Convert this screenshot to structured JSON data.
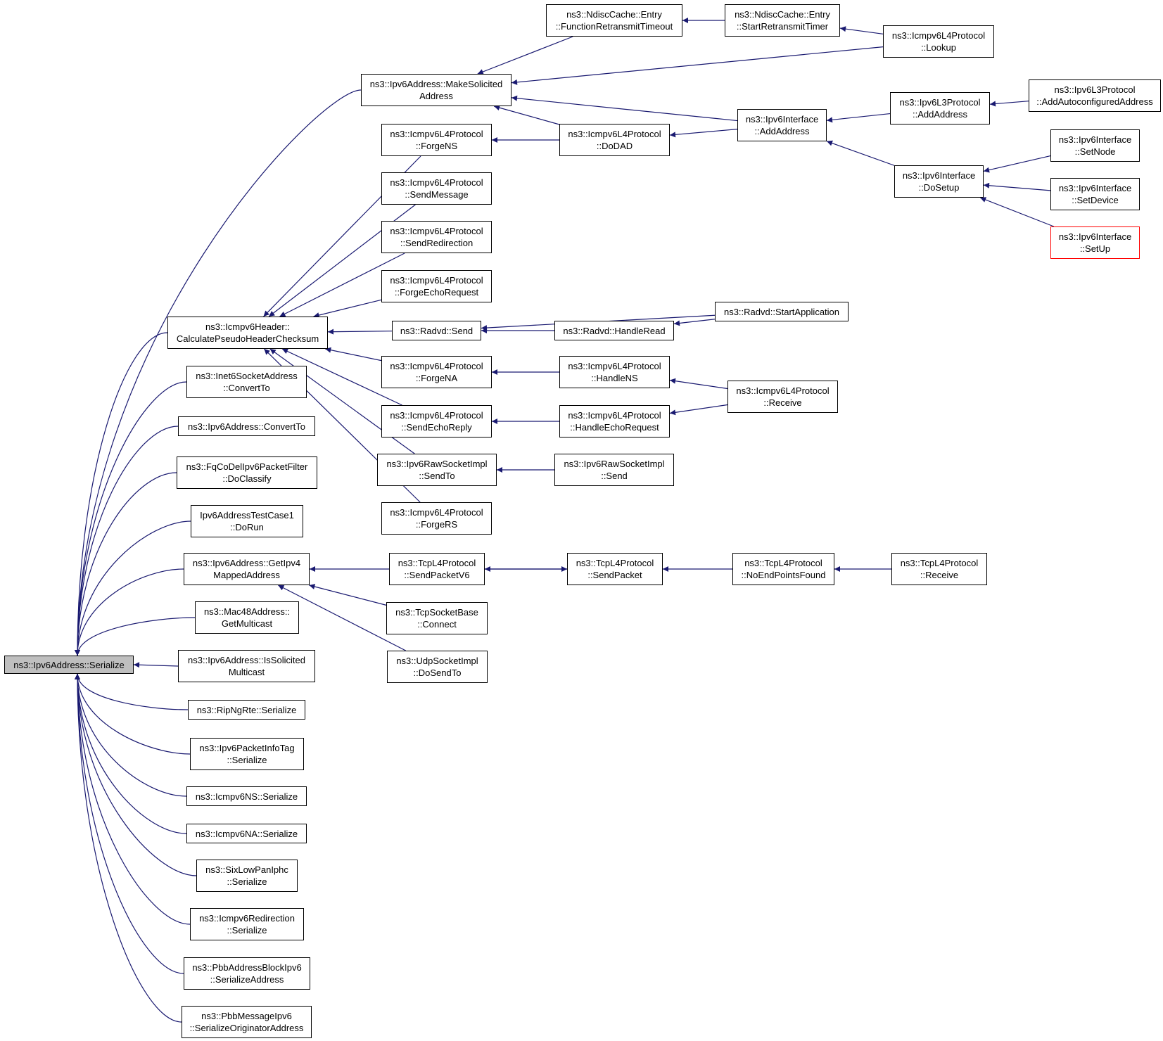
{
  "colors": {
    "edge": "#191970",
    "node_border": "#000000",
    "root_fill": "#bfbfbf",
    "truncated_border": "#ff0000"
  },
  "nodes": [
    {
      "id": "root",
      "lines": [
        "ns3::Ipv6Address::Serialize"
      ],
      "kind": "root"
    },
    {
      "id": "makesol",
      "lines": [
        "ns3::Ipv6Address::MakeSolicited",
        "Address"
      ]
    },
    {
      "id": "calcpseudo",
      "lines": [
        "ns3::Icmpv6Header::",
        "CalculatePseudoHeaderChecksum"
      ]
    },
    {
      "id": "inet6convert",
      "lines": [
        "ns3::Inet6SocketAddress",
        "::ConvertTo"
      ]
    },
    {
      "id": "ipv6convert",
      "lines": [
        "ns3::Ipv6Address::ConvertTo"
      ]
    },
    {
      "id": "fqcodel",
      "lines": [
        "ns3::FqCoDelIpv6PacketFilter",
        "::DoClassify"
      ]
    },
    {
      "id": "testcase",
      "lines": [
        "Ipv6AddressTestCase1",
        "::DoRun"
      ]
    },
    {
      "id": "getipv4",
      "lines": [
        "ns3::Ipv6Address::GetIpv4",
        "MappedAddress"
      ]
    },
    {
      "id": "mac48",
      "lines": [
        "ns3::Mac48Address::",
        "GetMulticast"
      ]
    },
    {
      "id": "issol",
      "lines": [
        "ns3::Ipv6Address::IsSolicited",
        "Multicast"
      ]
    },
    {
      "id": "ripng",
      "lines": [
        "ns3::RipNgRte::Serialize"
      ]
    },
    {
      "id": "pktinfo",
      "lines": [
        "ns3::Ipv6PacketInfoTag",
        "::Serialize"
      ]
    },
    {
      "id": "ns_ser",
      "lines": [
        "ns3::Icmpv6NS::Serialize"
      ]
    },
    {
      "id": "na_ser",
      "lines": [
        "ns3::Icmpv6NA::Serialize"
      ]
    },
    {
      "id": "sixlow",
      "lines": [
        "ns3::SixLowPanIphc",
        "::Serialize"
      ]
    },
    {
      "id": "redir_ser",
      "lines": [
        "ns3::Icmpv6Redirection",
        "::Serialize"
      ]
    },
    {
      "id": "pbbaddr",
      "lines": [
        "ns3::PbbAddressBlockIpv6",
        "::SerializeAddress"
      ]
    },
    {
      "id": "pbbmsg",
      "lines": [
        "ns3::PbbMessageIpv6",
        "::SerializeOriginatorAddress"
      ]
    },
    {
      "id": "ndiscfrt",
      "lines": [
        "ns3::NdiscCache::Entry",
        "::FunctionRetransmitTimeout"
      ]
    },
    {
      "id": "ndiscsrt",
      "lines": [
        "ns3::NdiscCache::Entry",
        "::StartRetransmitTimer"
      ]
    },
    {
      "id": "lookup",
      "lines": [
        "ns3::Icmpv6L4Protocol",
        "::Lookup"
      ]
    },
    {
      "id": "forgens",
      "lines": [
        "ns3::Icmpv6L4Protocol",
        "::ForgeNS"
      ]
    },
    {
      "id": "dodad",
      "lines": [
        "ns3::Icmpv6L4Protocol",
        "::DoDAD"
      ]
    },
    {
      "id": "ifaceadd",
      "lines": [
        "ns3::Ipv6Interface",
        "::AddAddress"
      ]
    },
    {
      "id": "l3add",
      "lines": [
        "ns3::Ipv6L3Protocol",
        "::AddAddress"
      ]
    },
    {
      "id": "l3auto",
      "lines": [
        "ns3::Ipv6L3Protocol",
        "::AddAutoconfiguredAddress"
      ]
    },
    {
      "id": "dosetup",
      "lines": [
        "ns3::Ipv6Interface",
        "::DoSetup"
      ]
    },
    {
      "id": "setnode",
      "lines": [
        "ns3::Ipv6Interface",
        "::SetNode"
      ]
    },
    {
      "id": "setdevice",
      "lines": [
        "ns3::Ipv6Interface",
        "::SetDevice"
      ]
    },
    {
      "id": "setup",
      "lines": [
        "ns3::Ipv6Interface",
        "::SetUp"
      ],
      "kind": "truncated"
    },
    {
      "id": "sendmsg",
      "lines": [
        "ns3::Icmpv6L4Protocol",
        "::SendMessage"
      ]
    },
    {
      "id": "sendredir",
      "lines": [
        "ns3::Icmpv6L4Protocol",
        "::SendRedirection"
      ]
    },
    {
      "id": "forgeecho",
      "lines": [
        "ns3::Icmpv6L4Protocol",
        "::ForgeEchoRequest"
      ]
    },
    {
      "id": "radvdsend",
      "lines": [
        "ns3::Radvd::Send"
      ]
    },
    {
      "id": "radvdread",
      "lines": [
        "ns3::Radvd::HandleRead"
      ]
    },
    {
      "id": "radvdstart",
      "lines": [
        "ns3::Radvd::StartApplication"
      ]
    },
    {
      "id": "forgena",
      "lines": [
        "ns3::Icmpv6L4Protocol",
        "::ForgeNA"
      ]
    },
    {
      "id": "handlens",
      "lines": [
        "ns3::Icmpv6L4Protocol",
        "::HandleNS"
      ]
    },
    {
      "id": "receive6",
      "lines": [
        "ns3::Icmpv6L4Protocol",
        "::Receive"
      ]
    },
    {
      "id": "echoreply",
      "lines": [
        "ns3::Icmpv6L4Protocol",
        "::SendEchoReply"
      ]
    },
    {
      "id": "handleecho",
      "lines": [
        "ns3::Icmpv6L4Protocol",
        "::HandleEchoRequest"
      ]
    },
    {
      "id": "rawsendto",
      "lines": [
        "ns3::Ipv6RawSocketImpl",
        "::SendTo"
      ]
    },
    {
      "id": "rawsend",
      "lines": [
        "ns3::Ipv6RawSocketImpl",
        "::Send"
      ]
    },
    {
      "id": "forgers",
      "lines": [
        "ns3::Icmpv6L4Protocol",
        "::ForgeRS"
      ]
    },
    {
      "id": "tcpv6",
      "lines": [
        "ns3::TcpL4Protocol",
        "::SendPacketV6"
      ]
    },
    {
      "id": "tcpsend",
      "lines": [
        "ns3::TcpL4Protocol",
        "::SendPacket"
      ]
    },
    {
      "id": "noend",
      "lines": [
        "ns3::TcpL4Protocol",
        "::NoEndPointsFound"
      ]
    },
    {
      "id": "tcprecv",
      "lines": [
        "ns3::TcpL4Protocol",
        "::Receive"
      ]
    },
    {
      "id": "tcpconnect",
      "lines": [
        "ns3::TcpSocketBase",
        "::Connect"
      ]
    },
    {
      "id": "udpsendto",
      "lines": [
        "ns3::UdpSocketImpl",
        "::DoSendTo"
      ]
    }
  ],
  "edges": [
    [
      "root",
      "makesol"
    ],
    [
      "root",
      "calcpseudo"
    ],
    [
      "root",
      "inet6convert"
    ],
    [
      "root",
      "ipv6convert"
    ],
    [
      "root",
      "fqcodel"
    ],
    [
      "root",
      "testcase"
    ],
    [
      "root",
      "getipv4"
    ],
    [
      "root",
      "mac48"
    ],
    [
      "root",
      "issol"
    ],
    [
      "root",
      "ripng"
    ],
    [
      "root",
      "pktinfo"
    ],
    [
      "root",
      "ns_ser"
    ],
    [
      "root",
      "na_ser"
    ],
    [
      "root",
      "sixlow"
    ],
    [
      "root",
      "redir_ser"
    ],
    [
      "root",
      "pbbaddr"
    ],
    [
      "root",
      "pbbmsg"
    ],
    [
      "makesol",
      "ndiscfrt"
    ],
    [
      "makesol",
      "lookup"
    ],
    [
      "makesol",
      "ifaceadd"
    ],
    [
      "makesol",
      "dodad"
    ],
    [
      "ndiscfrt",
      "ndiscsrt"
    ],
    [
      "ndiscsrt",
      "lookup"
    ],
    [
      "calcpseudo",
      "forgens"
    ],
    [
      "calcpseudo",
      "sendmsg"
    ],
    [
      "calcpseudo",
      "sendredir"
    ],
    [
      "calcpseudo",
      "forgeecho"
    ],
    [
      "calcpseudo",
      "radvdsend"
    ],
    [
      "calcpseudo",
      "forgena"
    ],
    [
      "calcpseudo",
      "echoreply"
    ],
    [
      "calcpseudo",
      "rawsendto"
    ],
    [
      "calcpseudo",
      "forgers"
    ],
    [
      "forgens",
      "dodad"
    ],
    [
      "dodad",
      "ifaceadd"
    ],
    [
      "ifaceadd",
      "l3add"
    ],
    [
      "ifaceadd",
      "dosetup"
    ],
    [
      "l3add",
      "l3auto"
    ],
    [
      "dosetup",
      "setnode"
    ],
    [
      "dosetup",
      "setdevice"
    ],
    [
      "dosetup",
      "setup"
    ],
    [
      "radvdsend",
      "radvdstart"
    ],
    [
      "radvdsend",
      "radvdread"
    ],
    [
      "radvdread",
      "radvdstart"
    ],
    [
      "forgena",
      "handlens"
    ],
    [
      "handlens",
      "receive6"
    ],
    [
      "echoreply",
      "handleecho"
    ],
    [
      "handleecho",
      "receive6"
    ],
    [
      "rawsendto",
      "rawsend"
    ],
    [
      "getipv4",
      "tcpv6"
    ],
    [
      "getipv4",
      "tcpconnect"
    ],
    [
      "getipv4",
      "udpsendto"
    ],
    [
      "tcpv6",
      "tcpsend"
    ],
    [
      "tcpsend",
      "tcpv6"
    ],
    [
      "tcpsend",
      "noend"
    ],
    [
      "noend",
      "tcprecv"
    ]
  ]
}
